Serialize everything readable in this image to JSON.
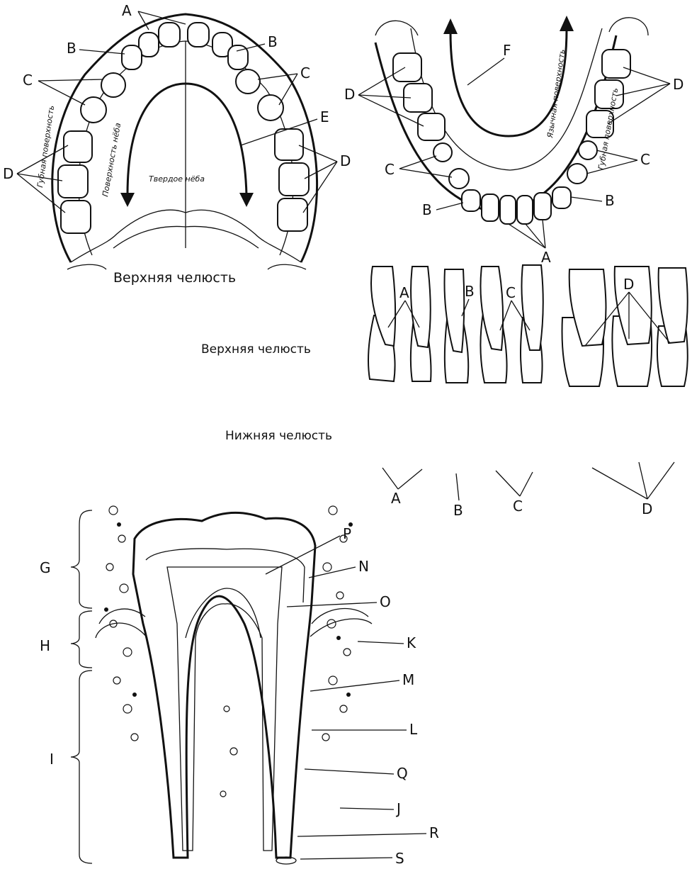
{
  "upper_arch": {
    "caption": "Верхняя челюсть",
    "labels": {
      "a": "A",
      "b": "B",
      "c": "C",
      "d": "D",
      "e": "E"
    },
    "surface_labial": "Губная поверхность",
    "surface_palatal": "Поверхность нёба",
    "hard_palate": "Твердое нёба"
  },
  "lower_arch": {
    "labels": {
      "a": "A",
      "b": "B",
      "c": "C",
      "d": "D",
      "f": "F"
    },
    "surface_lingual": "Язычная поверхность",
    "surface_labial": "Губная поверхность"
  },
  "tooth_types": {
    "row_upper": "Верхняя челюсть",
    "row_lower": "Нижняя челюсть",
    "labels": {
      "a": "A",
      "b": "B",
      "c": "C",
      "d": "D"
    }
  },
  "section": {
    "brackets": {
      "g": "G",
      "h": "H",
      "i": "I"
    },
    "labels": {
      "p": "P",
      "n": "N",
      "o": "O",
      "k": "K",
      "m": "M",
      "l": "L",
      "q": "Q",
      "j": "J",
      "r": "R",
      "s": "S"
    }
  }
}
